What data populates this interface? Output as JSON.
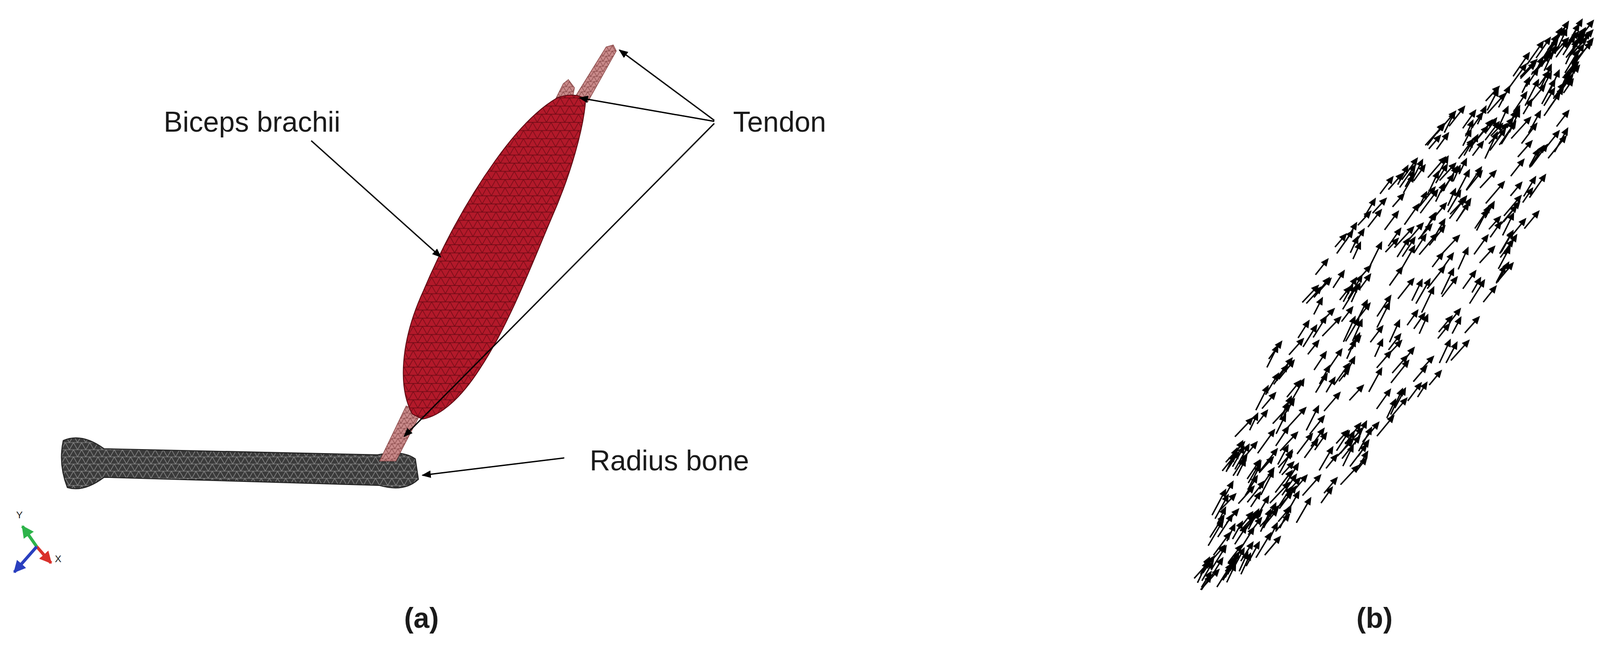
{
  "diagram": {
    "labels": [
      "Tendon",
      "Biceps brachii",
      "Radius bone",
      "(a)",
      "(b)",
      "Y",
      "X"
    ]
  }
}
